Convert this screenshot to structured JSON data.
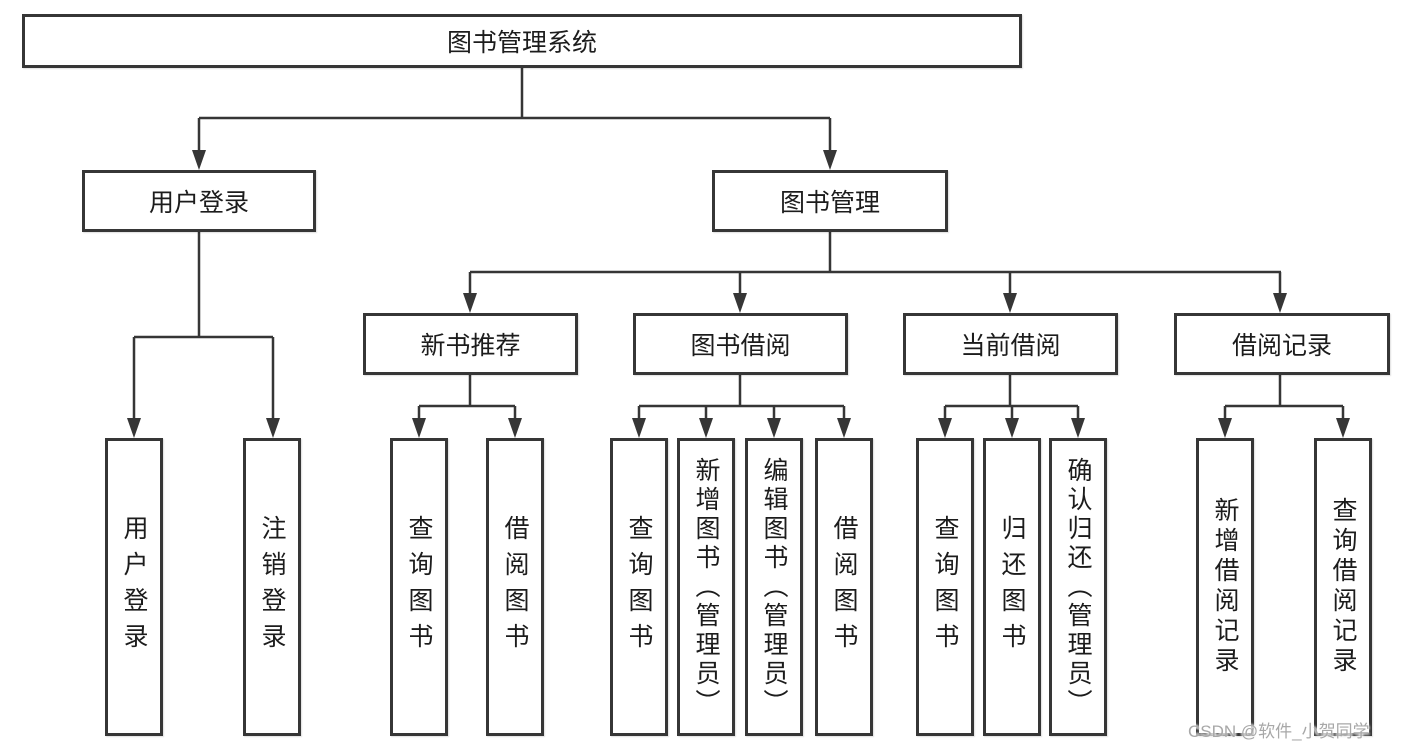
{
  "nodes": {
    "root": "图书管理系统",
    "level2": [
      "用户登录",
      "图书管理"
    ],
    "level3": [
      "新书推荐",
      "图书借阅",
      "当前借阅",
      "借阅记录"
    ],
    "leaves": {
      "login": [
        "用户登录",
        "注销登录"
      ],
      "newbook": [
        "查询图书",
        "借阅图书"
      ],
      "borrow": [
        "查询图书",
        "新增图书（管理员）",
        "编辑图书（管理员）",
        "借阅图书"
      ],
      "current": [
        "查询图书",
        "归还图书",
        "确认归还（管理员）"
      ],
      "record": [
        "新增借阅记录",
        "查询借阅记录"
      ]
    }
  },
  "watermark": "CSDN @软件_小贺同学",
  "colors": {
    "line": "#363636",
    "border": "#363636",
    "text": "#1c1c1c",
    "watermark": "#a8a8a8",
    "background": "#ffffff"
  }
}
